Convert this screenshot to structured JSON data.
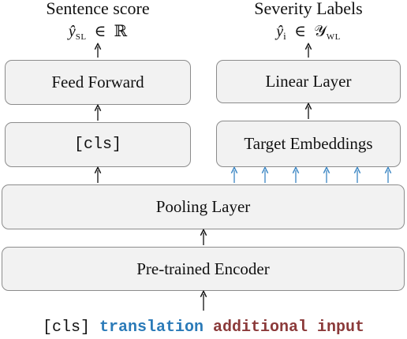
{
  "titles": {
    "left_label": "Sentence score",
    "right_label": "Severity Labels"
  },
  "formulas": {
    "left": {
      "symbol": "ŷ",
      "subscript": "SL",
      "relation": "∈",
      "space": "ℝ"
    },
    "right": {
      "symbol": "ŷ",
      "index": "i",
      "relation": "∈",
      "space": "𝒴",
      "space_subscript": "WL"
    }
  },
  "boxes": {
    "feed_forward": "Feed Forward",
    "cls": "[cls]",
    "linear_layer": "Linear Layer",
    "target_embeddings": "Target Embeddings",
    "pooling_layer": "Pooling Layer",
    "encoder": "Pre-trained Encoder"
  },
  "input": {
    "cls_token": "[cls]",
    "translation": "translation",
    "additional": "additional input"
  },
  "colors": {
    "translation": "#2a7ab8",
    "additional": "#8b3a3a",
    "target_arrows": "#3b86c4",
    "box_fill": "#f2f2f2",
    "box_border": "#8c8c8c"
  }
}
